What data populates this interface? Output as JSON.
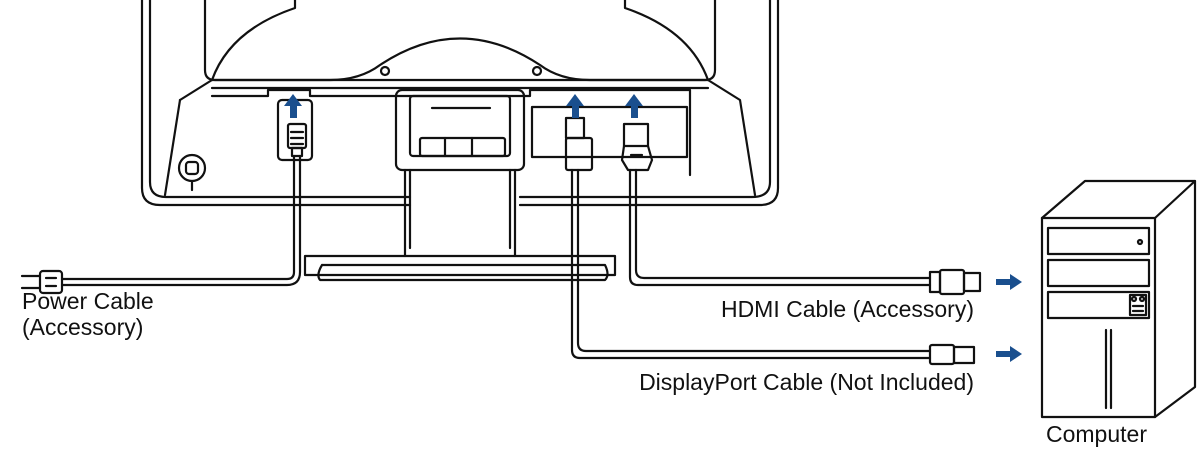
{
  "labels": {
    "power_cable_line1": "Power Cable",
    "power_cable_line2": "(Accessory)",
    "hdmi_cable": "HDMI Cable (Accessory)",
    "displayport_cable": "DisplayPort Cable (Not Included)",
    "computer": "Computer"
  },
  "colors": {
    "line": "#111111",
    "arrow": "#1a4f8e",
    "background": "#ffffff"
  },
  "icons": {
    "up_arrow": "up-arrow-icon",
    "right_arrow": "right-arrow-icon"
  }
}
